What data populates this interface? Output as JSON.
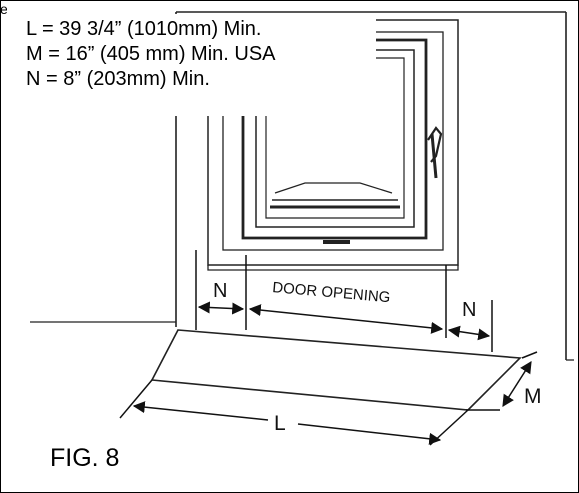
{
  "edge_fragment": "e",
  "specs": [
    "L = 39 3/4” (1010mm) Min.",
    "M = 16” (405 mm) Min. USA",
    "N = 8” (203mm) Min."
  ],
  "labels": {
    "door_opening": "DOOR OPENING",
    "n_left": "N",
    "n_right": "N",
    "m": "M",
    "l": "L"
  },
  "figure_caption": "FIG. 8"
}
